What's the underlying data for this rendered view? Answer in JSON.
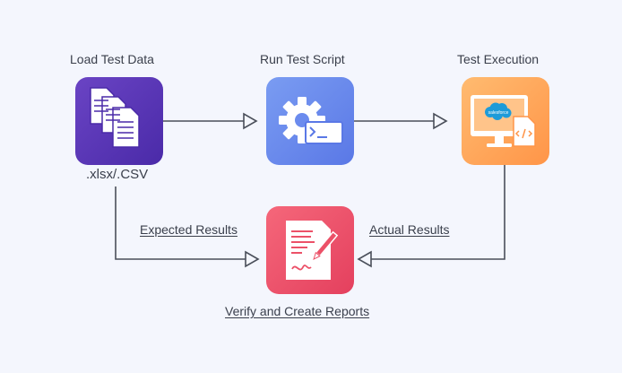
{
  "nodes": {
    "load": {
      "title": "Load Test Data",
      "caption": ".xlsx/.CSV",
      "icon": "documents-icon",
      "color": "#5a35b8"
    },
    "run": {
      "title": "Run Test Script",
      "icon": "gear-terminal-icon",
      "color": "#6b8bee"
    },
    "exec": {
      "title": "Test Execution",
      "icon": "salesforce-monitor-icon",
      "cloud_text": "salesforce",
      "color": "#ffa55a"
    },
    "verify": {
      "title": "Verify and Create Reports",
      "icon": "report-sign-icon",
      "color": "#ec5168"
    }
  },
  "edges": {
    "expected": {
      "label": "Expected Results"
    },
    "actual": {
      "label": "Actual Results"
    }
  }
}
